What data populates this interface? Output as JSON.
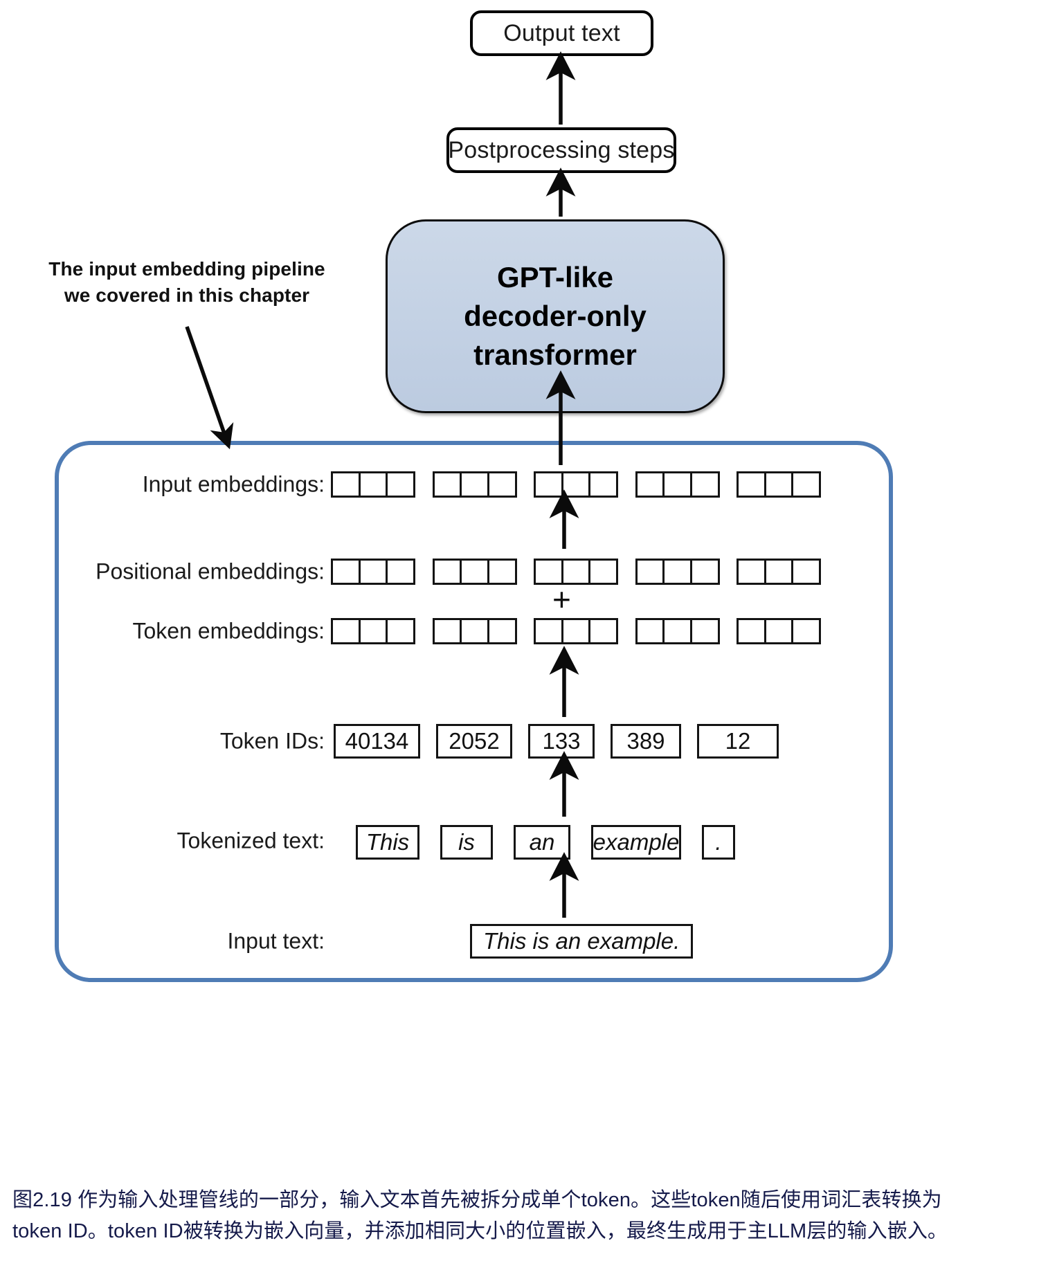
{
  "figure": {
    "id": "figure-2-19",
    "type": "diagram",
    "title": "Input embedding pipeline for a GPT-like decoder-only transformer"
  },
  "flow": {
    "output_text": "Output text",
    "postprocessing": "Postprocessing steps",
    "transformer": {
      "line1": "GPT-like",
      "line2": "decoder-only",
      "line3": "transformer",
      "fill_color": "#c6d3e5",
      "border_color": "#0d0d0d"
    }
  },
  "annotation": {
    "line1": "The input embedding pipeline",
    "line2": "we covered in this chapter"
  },
  "pipeline": {
    "border_color": "#4f7cb5",
    "plus_symbol": "+",
    "rows": [
      {
        "key": "input_embeddings",
        "label": "Input embeddings:",
        "kind": "embedding-cells",
        "groups": 5,
        "cells_per_group": 3
      },
      {
        "key": "positional_embeddings",
        "label": "Positional embeddings:",
        "kind": "embedding-cells",
        "groups": 5,
        "cells_per_group": 3
      },
      {
        "key": "token_embeddings",
        "label": "Token embeddings:",
        "kind": "embedding-cells",
        "groups": 5,
        "cells_per_group": 3
      },
      {
        "key": "token_ids",
        "label": "Token IDs:",
        "kind": "value-boxes",
        "values": [
          "40134",
          "2052",
          "133",
          "389",
          "12"
        ]
      },
      {
        "key": "tokenized_text",
        "label": "Tokenized text:",
        "kind": "value-boxes-italic",
        "values": [
          "This",
          "is",
          "an",
          "example",
          "."
        ]
      },
      {
        "key": "input_text",
        "label": "Input text:",
        "kind": "single-box-italic",
        "value": "This is an example."
      }
    ]
  },
  "caption": {
    "line1": "图2.19 作为输入处理管线的一部分，输入文本首先被拆分成单个token。这些token随后使用词汇表转换为",
    "line2": "token ID。token ID被转换为嵌入向量，并添加相同大小的位置嵌入，最终生成用于主LLM层的输入嵌入。",
    "color": "#151a4a"
  }
}
